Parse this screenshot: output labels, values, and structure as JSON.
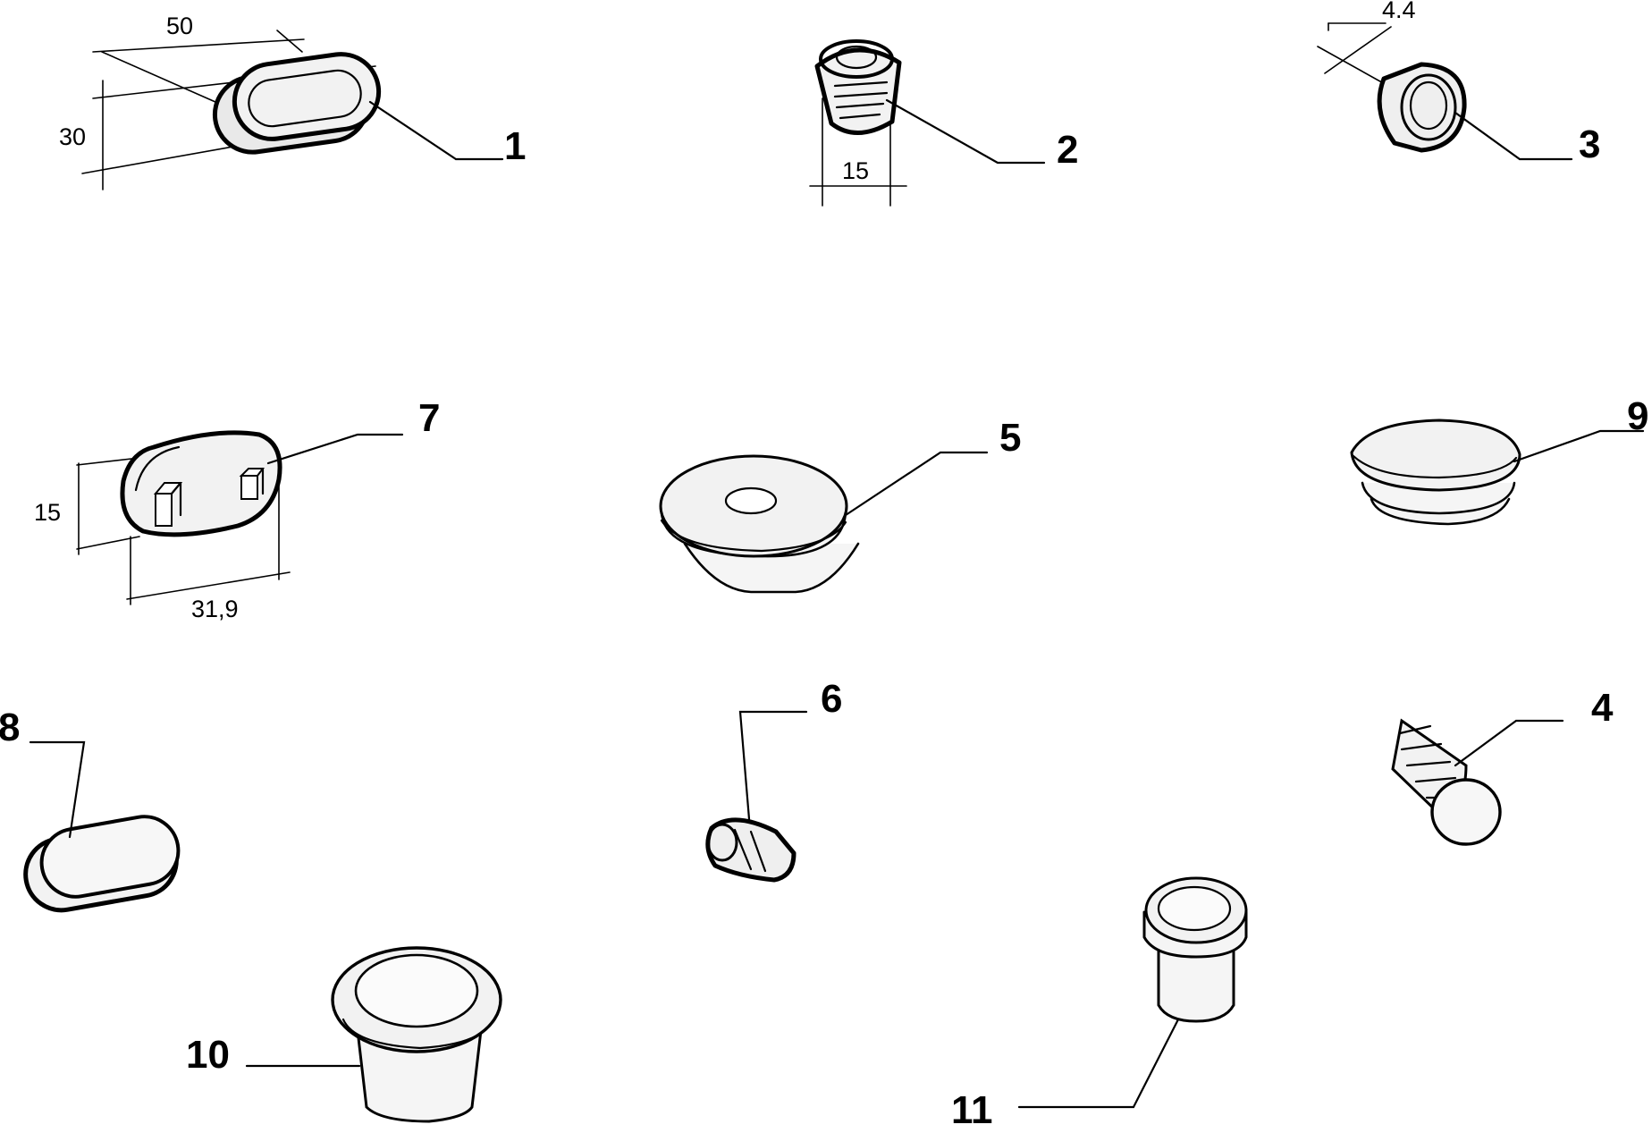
{
  "parts": [
    {
      "id": "part-1",
      "label": "1"
    },
    {
      "id": "part-2",
      "label": "2"
    },
    {
      "id": "part-3",
      "label": "3"
    },
    {
      "id": "part-4",
      "label": "4"
    },
    {
      "id": "part-5",
      "label": "5"
    },
    {
      "id": "part-6",
      "label": "6"
    },
    {
      "id": "part-7",
      "label": "7"
    },
    {
      "id": "part-8",
      "label": "8"
    },
    {
      "id": "part-9",
      "label": "9"
    },
    {
      "id": "part-10",
      "label": "10"
    },
    {
      "id": "part-11",
      "label": "11"
    }
  ],
  "dimensions": {
    "part1_width": "50",
    "part1_height": "30",
    "part2_diameter": "15",
    "part3_diameter": "4.4",
    "part7_height": "15",
    "part7_width": "31,9"
  }
}
